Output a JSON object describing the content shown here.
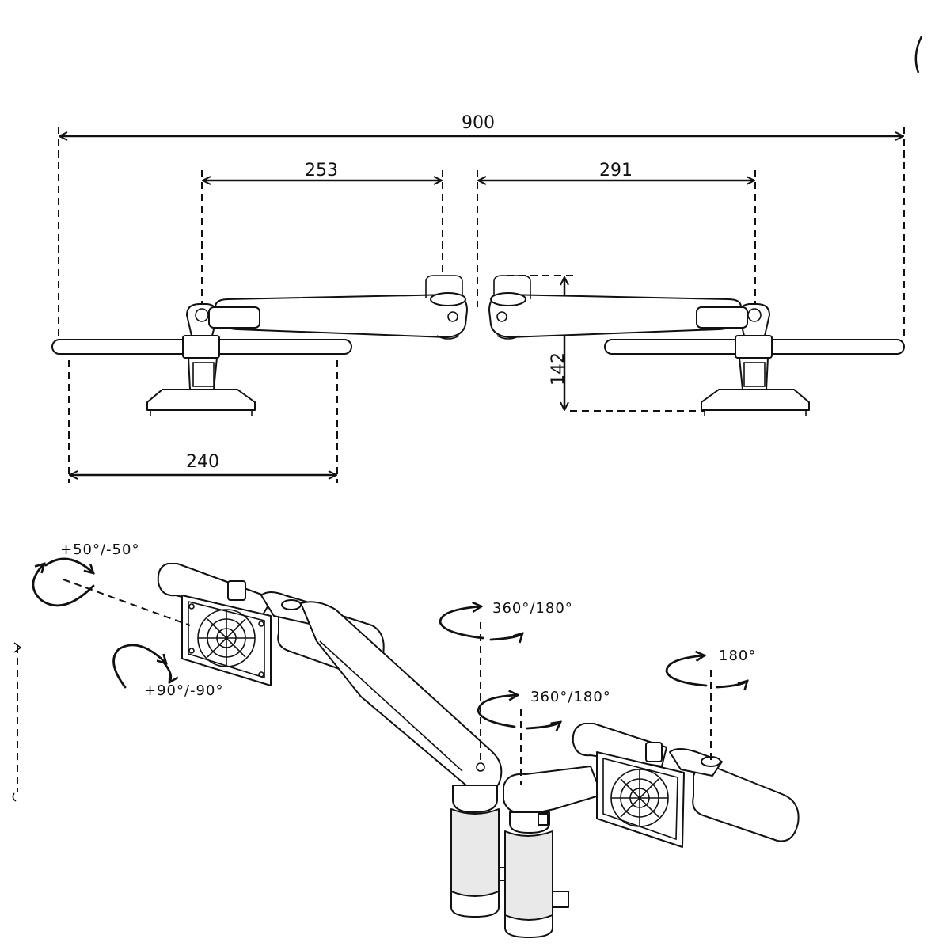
{
  "dimensions": {
    "total_width": "900",
    "left_arm_reach": "253",
    "right_arm_reach": "291",
    "height": "142",
    "crossbar_width": "240"
  },
  "rotations": {
    "tilt": "+50°/-50°",
    "rotate": "+90°/-90°",
    "arm_joint_upper": "360°/180°",
    "arm_joint_lower": "360°/180°",
    "head_swivel": "180°"
  },
  "colors": {
    "line": "#111111",
    "background": "#ffffff"
  }
}
